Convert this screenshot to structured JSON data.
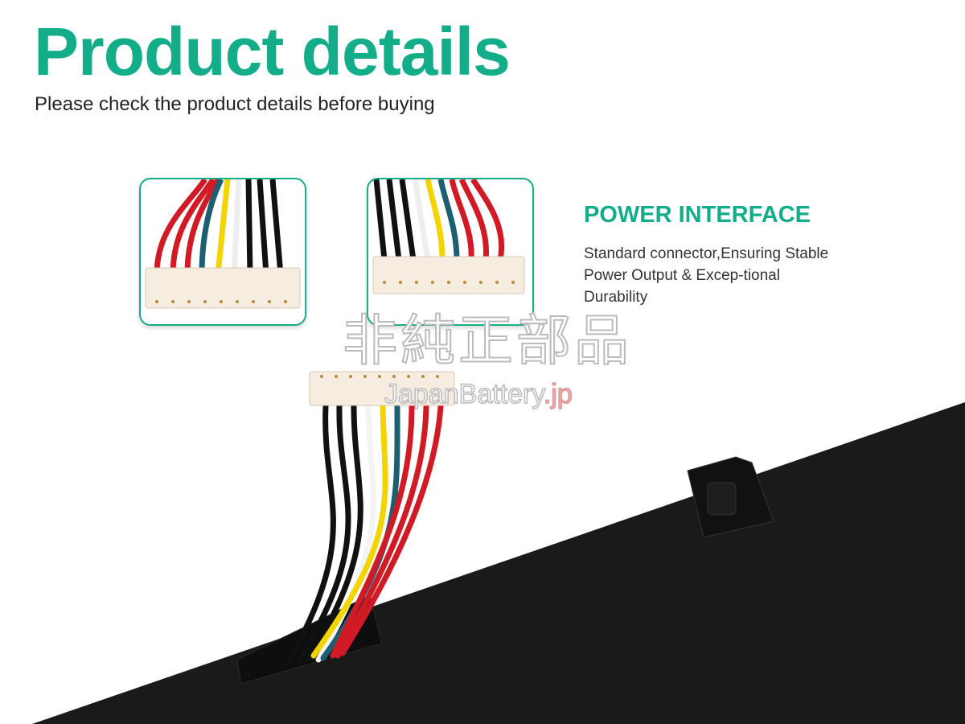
{
  "header": {
    "title": "Product details",
    "subtitle": "Please check the product details before buying"
  },
  "feature": {
    "title": "POWER INTERFACE",
    "description": "Standard connector,Ensuring Stable Power Output & Excep-tional Durability"
  },
  "watermark": {
    "kanji": "非純正部品",
    "brand": "JapanBattery",
    "tld": ".jp"
  },
  "colors": {
    "accent": "#14ad8a",
    "battery": "#1a1a1a"
  }
}
